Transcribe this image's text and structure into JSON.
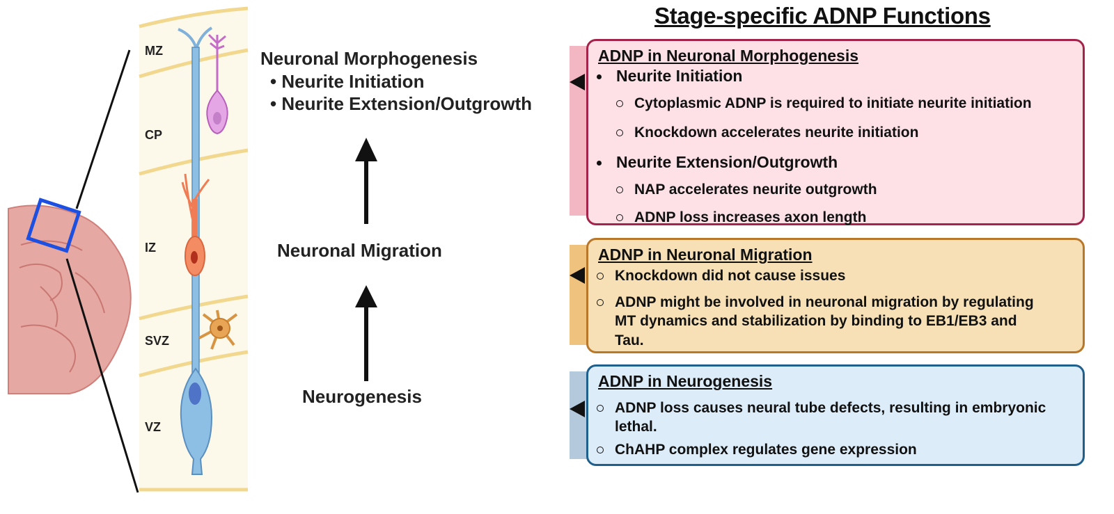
{
  "title": "Stage-specific ADNP Functions",
  "layers": [
    "MZ",
    "CP",
    "IZ",
    "SVZ",
    "VZ"
  ],
  "stages": {
    "morphogenesis": {
      "heading": "Neuronal Morphogenesis",
      "items": [
        "• Neurite Initiation",
        "• Neurite Extension/Outgrowth"
      ]
    },
    "migration": "Neuronal Migration",
    "neurogenesis": "Neurogenesis"
  },
  "boxes": {
    "morphogenesis": {
      "title": "ADNP in Neuronal Morphogenesis",
      "groups": [
        {
          "heading": "Neurite Initiation",
          "points": [
            "Cytoplasmic ADNP is required to initiate neurite initiation",
            "Knockdown accelerates neurite initiation"
          ]
        },
        {
          "heading": "Neurite Extension/Outgrowth",
          "points": [
            "NAP accelerates neurite outgrowth",
            "ADNP loss increases axon length"
          ]
        }
      ]
    },
    "migration": {
      "title": "ADNP in Neuronal Migration",
      "points": [
        "Knockdown did not cause issues",
        "ADNP might be involved in neuronal migration by regulating MT dynamics and stabilization by binding to EB1/EB3 and Tau."
      ]
    },
    "neurogenesis": {
      "title": "ADNP in Neurogenesis",
      "points": [
        "ADNP loss causes neural tube defects, resulting in embryonic lethal.",
        "ChAHP complex regulates gene expression"
      ]
    }
  },
  "colors": {
    "morph_fill": "#fde1e7",
    "morph_border": "#a3234a",
    "morph_tab": "#f2b7c2",
    "migr_fill": "#f7e0b5",
    "migr_border": "#b9772a",
    "migr_tab": "#efc27d",
    "neuro_fill": "#dcecf9",
    "neuro_border": "#1f5f8c",
    "neuro_tab": "#b5c9dc",
    "cortex_band": "#f2d88f",
    "brain_fill": "#e5a8a3",
    "highlight_square": "#1d4fe0"
  },
  "icons": [
    "brain-illustration",
    "radial-glia-cell",
    "migrating-neuron",
    "pyramidal-neuron",
    "astrocyte",
    "up-arrow"
  ]
}
